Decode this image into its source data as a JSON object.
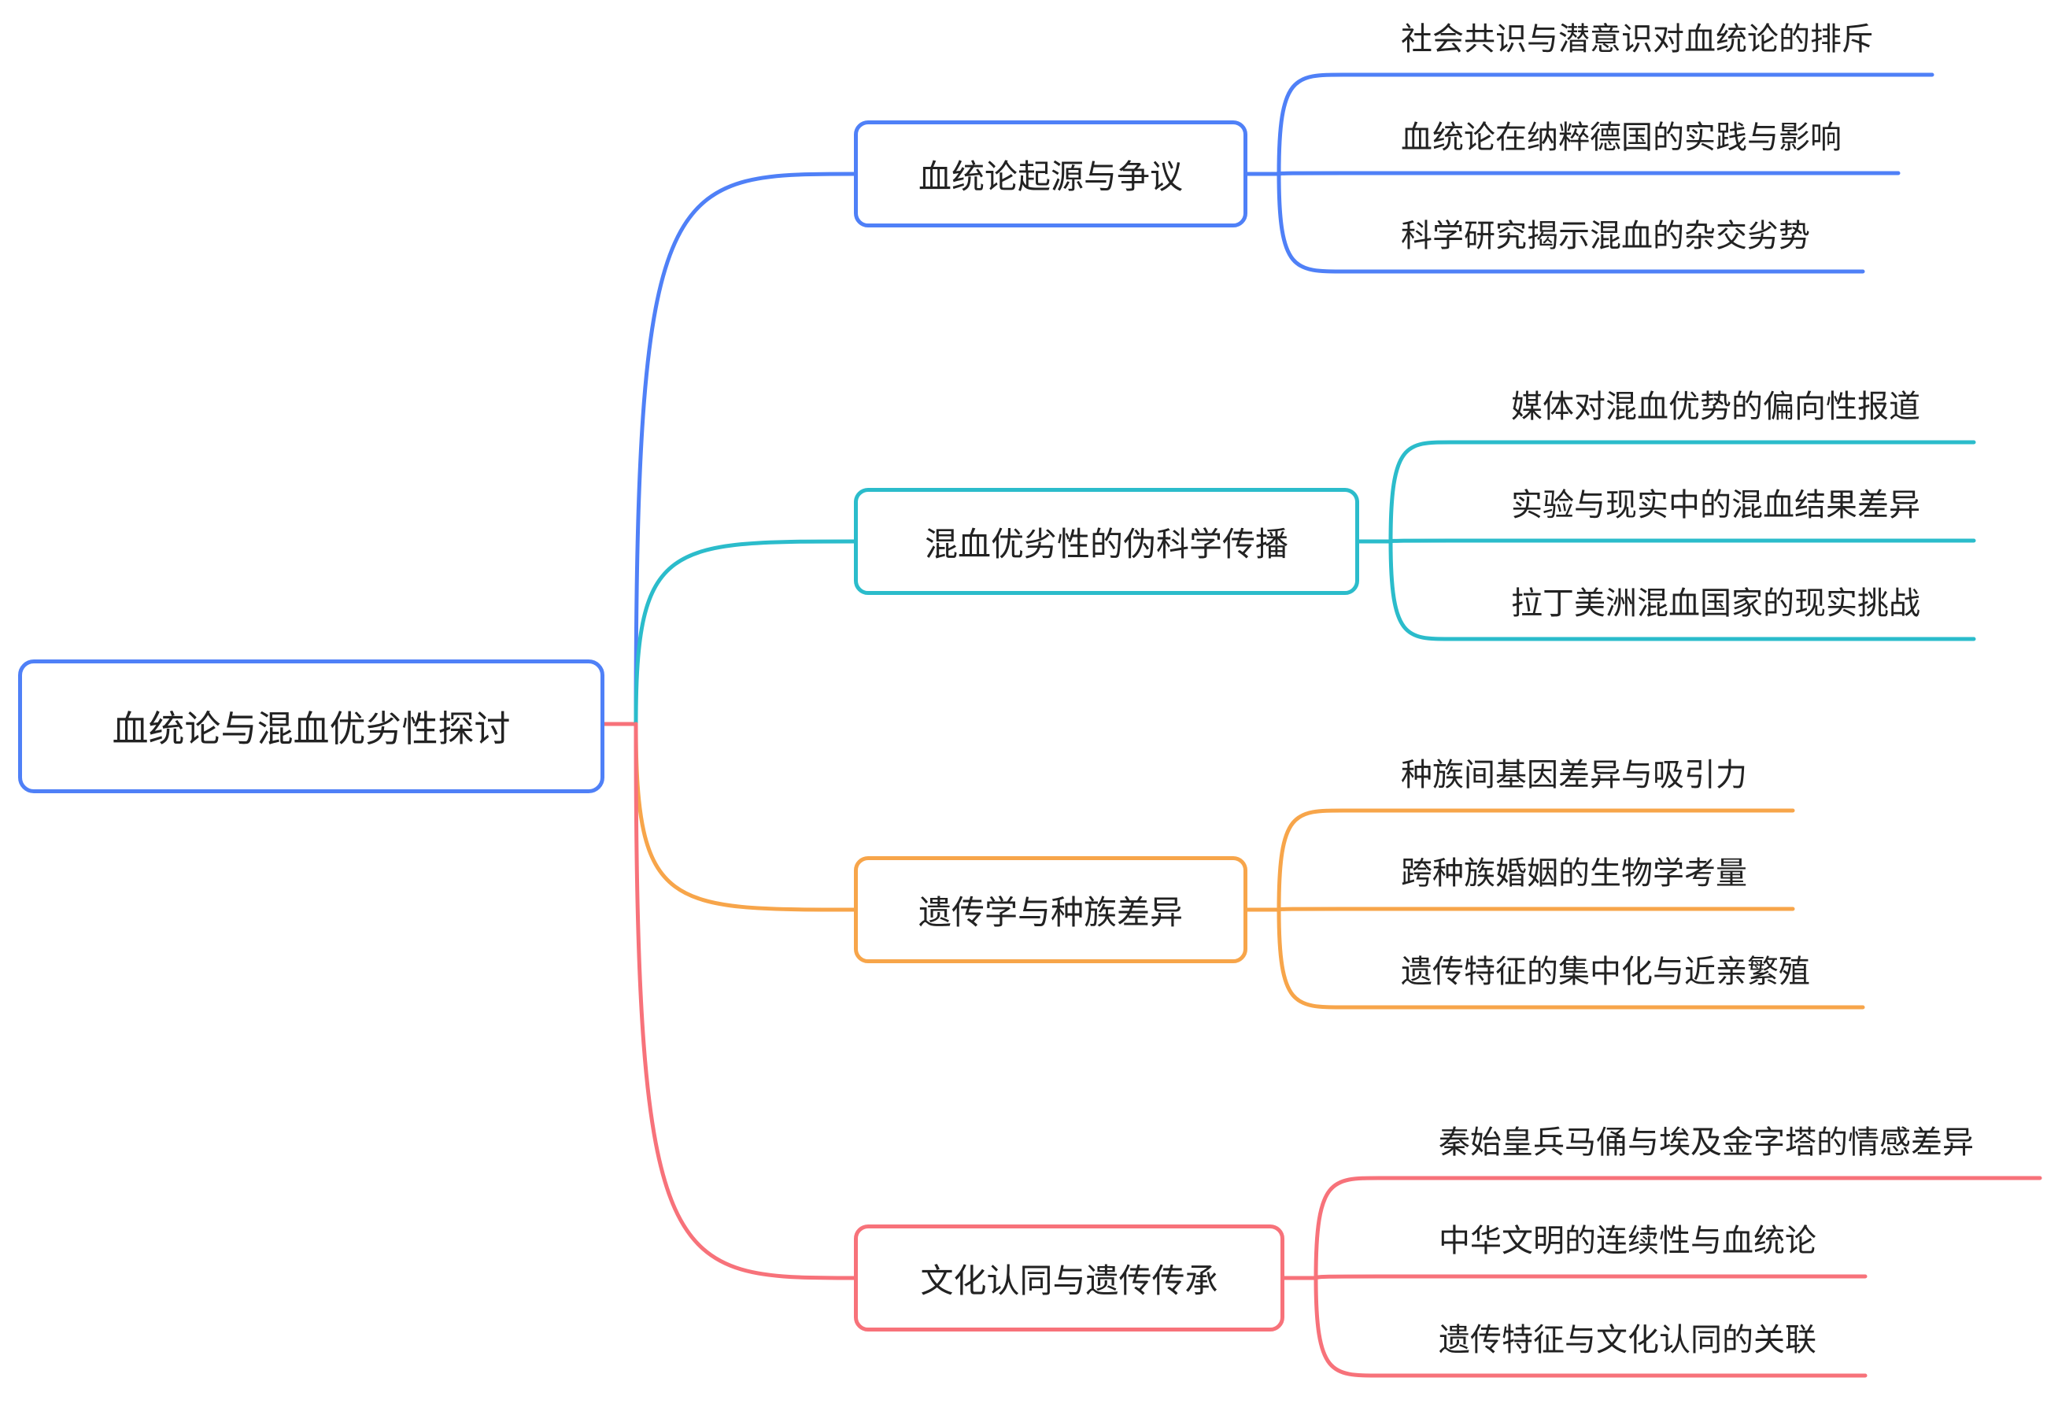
{
  "root": {
    "label": "血统论与混血优劣性探讨",
    "color": "#4F80F7"
  },
  "connector_color": "#F7727A",
  "branches": [
    {
      "label": "血统论起源与争议",
      "color": "#4F80F7",
      "children": [
        "社会共识与潜意识对血统论的排斥",
        "血统论在纳粹德国的实践与影响",
        "科学研究揭示混血的杂交劣势"
      ]
    },
    {
      "label": "混血优劣性的伪科学传播",
      "color": "#2BBCCB",
      "children": [
        "媒体对混血优势的偏向性报道",
        "实验与现实中的混血结果差异",
        "拉丁美洲混血国家的现实挑战"
      ]
    },
    {
      "label": "遗传学与种族差异",
      "color": "#F7A54A",
      "children": [
        "种族间基因差异与吸引力",
        "跨种族婚姻的生物学考量",
        "遗传特征的集中化与近亲繁殖"
      ]
    },
    {
      "label": "文化认同与遗传传承",
      "color": "#F7727A",
      "children": [
        "秦始皇兵马俑与埃及金字塔的情感差异",
        "中华文明的连续性与血统论",
        "遗传特征与文化认同的关联"
      ]
    }
  ]
}
